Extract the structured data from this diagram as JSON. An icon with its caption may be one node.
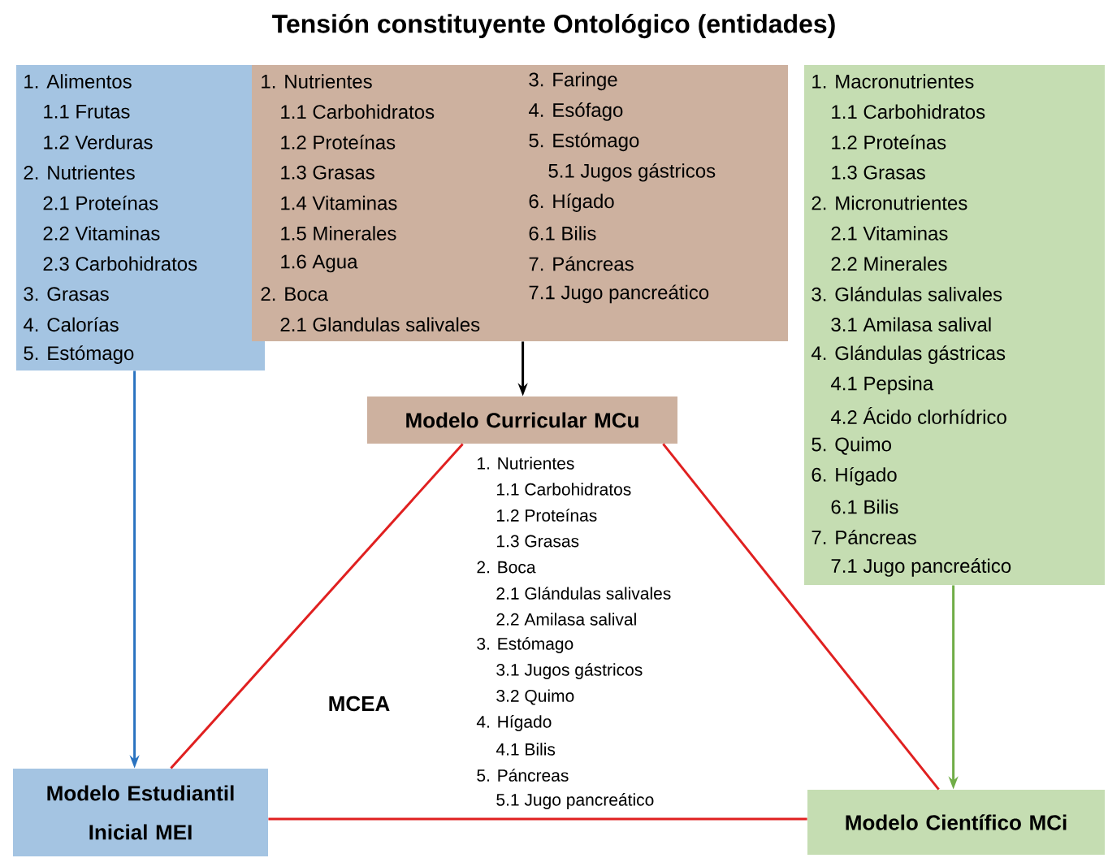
{
  "diagram": {
    "title": "Tensión constituyente Ontológico (entidades)",
    "nodes": [
      {
        "text": [
          "1. Alimentos",
          "1.1 Frutas",
          "1.2 Verduras",
          "2. Nutrientes",
          "2.1 Proteínas",
          "2.2 Vitaminas",
          "2.3 Carbohidratos",
          "3. Grasas",
          "4. Calorías",
          "5. Estómago"
        ]
      },
      {
        "text": [
          "1. Nutrientes",
          "1.1 Carbohidratos",
          "1.2 Proteínas",
          "1.3 Grasas",
          "1.4 Vitaminas",
          "1.5 Minerales",
          "1.6 Agua",
          "2. Boca",
          "2.1 Glandulas salivales",
          "3. Faringe",
          "4. Esófago",
          "5. Estómago",
          "5.1 Jugos gástricos",
          "6. Hígado",
          "6.1 Bilis",
          "7. Páncreas",
          "7.1 Jugo pancreático"
        ]
      },
      {
        "text": [
          "1. Macronutrientes",
          "1.1 Carbohidratos",
          "1.2 Proteínas",
          "1.3 Grasas",
          "2. Micronutrientes",
          "2.1 Vitaminas",
          "2.2 Minerales",
          "3. Glándulas salivales",
          "3.1 Amilasa salival",
          "4. Glándulas gástricas",
          "4.1 Pepsina",
          "4.2 Ácido clorhídrico",
          "5. Quimo",
          "6. Hígado",
          "6.1 Bilis",
          "7. Páncreas",
          "7.1 Jugo pancreático"
        ]
      },
      {
        "text": [
          "Modelo Curricular MCu"
        ],
        "beside": [
          "1. Nutrientes",
          "1.1 Carbohidratos",
          "1.2 Proteínas",
          "1.3 Grasas",
          "2. Boca",
          "2.1 Glándulas salivales",
          "2.2 Amilasa salival",
          "3. Estómago",
          "3.1 Jugos gástricos",
          "3.2 Quimo",
          "4. Hígado",
          "4.1 Bilis",
          "5. Páncreas",
          "5.1 Jugo pancreático"
        ]
      },
      {
        "text": [
          "Modelo Estudiantil Inicial MEI"
        ]
      },
      {
        "text": [
          "Modelo Científico MCi"
        ]
      }
    ],
    "edges": [
      {
        "from": 0,
        "to": 4,
        "arrow": "to",
        "color": "#2a73c0"
      },
      {
        "from": 1,
        "to": 3,
        "arrow": "to",
        "color": "#000000"
      },
      {
        "from": 2,
        "to": 5,
        "arrow": "to",
        "color": "#70ad47"
      },
      {
        "from": 3,
        "to": 4,
        "arrow": "none"
      },
      {
        "from": 3,
        "to": 5,
        "arrow": "none"
      },
      {
        "from": 4,
        "to": 5,
        "arrow": "none"
      }
    ],
    "labels": [
      "MCEA"
    ]
  }
}
